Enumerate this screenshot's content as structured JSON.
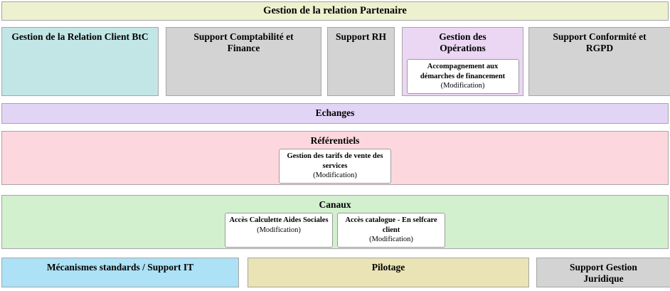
{
  "palette": {
    "title_bg": "#EEF1CF",
    "teal_bg": "#C2E6E5",
    "gray_bg": "#D3D3D3",
    "purple_bg": "#EBD7F3",
    "lavender_bg": "#E2D4F5",
    "pink_bg": "#FDD7DE",
    "green_bg": "#D2EFCE",
    "blue_bg": "#ADE1F5",
    "tan_bg": "#EAE3B5",
    "card_bg": "#FFFFFF",
    "border": "#A6A6A6",
    "text": "#000000"
  },
  "title_bar": {
    "label": "Gestion de la relation Partenaire"
  },
  "capabilities": {
    "client_btc": {
      "label": "Gestion de la Relation Client BtC"
    },
    "compta_finance": {
      "label": "Support Comptabilité et Finance"
    },
    "support_rh": {
      "label": "Support RH"
    },
    "operations": {
      "label": "Gestion des Opérations",
      "item": {
        "title": "Accompagnement aux démarches de financement",
        "status": "(Modification)"
      }
    },
    "conformite_rgpd": {
      "label": "Support Conformité et RGPD"
    }
  },
  "echanges": {
    "label": "Echanges"
  },
  "referentiels": {
    "label": "Référentiels",
    "item": {
      "title": "Gestion des tarifs de vente des services",
      "status": "(Modification)"
    }
  },
  "canaux": {
    "label": "Canaux",
    "items": [
      {
        "title": "Accès Calculette Aides Sociales",
        "status": "(Modification)"
      },
      {
        "title": "Accès catalogue - En selfcare client",
        "status": "(Modification)"
      }
    ]
  },
  "bottom": {
    "mecanismes_it": {
      "label": "Mécanismes standards / Support IT"
    },
    "pilotage": {
      "label": "Pilotage"
    },
    "juridique": {
      "label": "Support Gestion Juridique"
    }
  }
}
